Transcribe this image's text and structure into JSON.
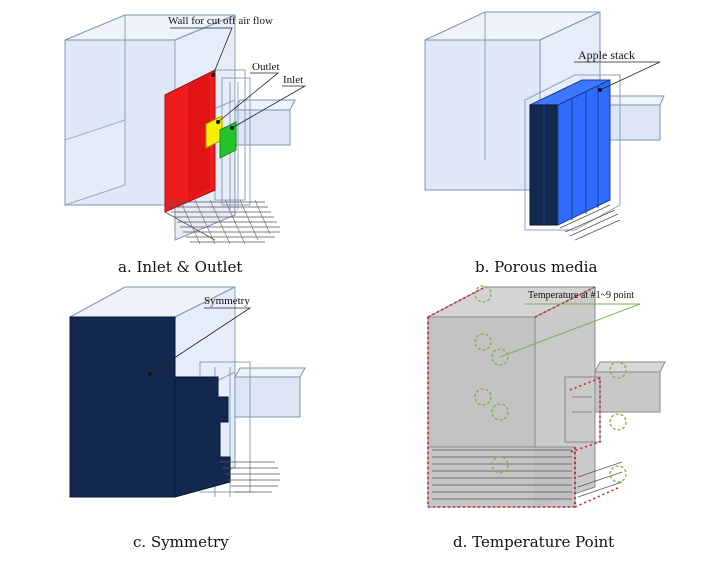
{
  "panels": [
    {
      "id": "a",
      "caption": "a. Inlet & Outlet",
      "labels": {
        "wall": "Wall for cut off air flow",
        "outlet": "Outlet",
        "inlet": "Inlet"
      }
    },
    {
      "id": "b",
      "caption": "b. Porous media",
      "labels": {
        "stack": "Apple stack"
      }
    },
    {
      "id": "c",
      "caption": "c. Symmetry",
      "labels": {
        "symmetry": "Symmetry"
      }
    },
    {
      "id": "d",
      "caption": "d. Temperature Point",
      "labels": {
        "temperature": "Temperature at #1~9 point"
      }
    }
  ],
  "colors": {
    "box_fill": "#dfe8f6",
    "box_stroke": "#7f93b3",
    "wall_red": "#ee1c1c",
    "outlet_yellow": "#f4f000",
    "inlet_green": "#22c62a",
    "stack_blue": "#2f6bff",
    "stack_dark": "#13284f",
    "symmetry_navy": "#13284f",
    "gray_box": "#c3c3c3",
    "red_marks": "#d0202a",
    "probe_green": "#8fbe6a"
  }
}
